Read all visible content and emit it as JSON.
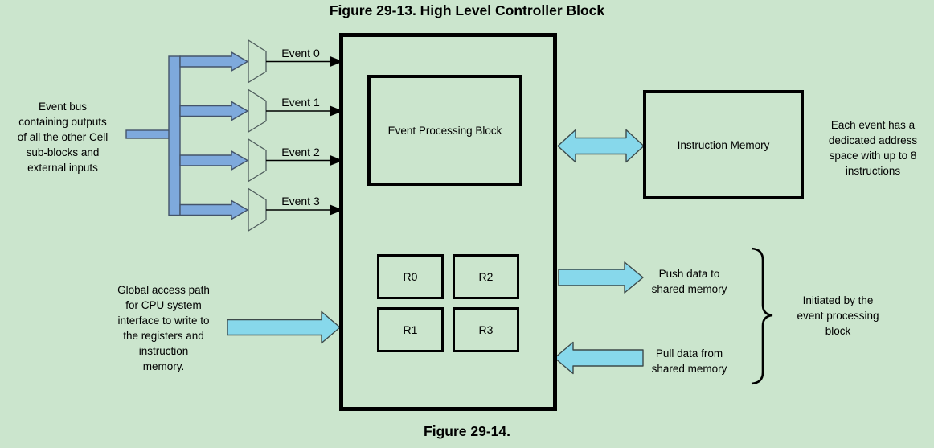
{
  "figure": {
    "title": "Figure 29-13. High Level Controller Block",
    "next_caption": "Figure 29-14."
  },
  "blocks": {
    "event_processing": {
      "label": "Event Processing Block"
    },
    "instruction_memory": {
      "label": "Instruction Memory"
    },
    "registers": [
      {
        "label": "R0"
      },
      {
        "label": "R2"
      },
      {
        "label": "R1"
      },
      {
        "label": "R3"
      }
    ]
  },
  "events": [
    {
      "label": "Event 0"
    },
    {
      "label": "Event 1"
    },
    {
      "label": "Event 2"
    },
    {
      "label": "Event 3"
    }
  ],
  "annotations": {
    "event_bus": [
      "Event bus",
      "containing outputs",
      "of all the other Cell",
      "sub-blocks and",
      "external inputs"
    ],
    "global_access": [
      "Global access path",
      "for CPU system",
      "interface to write to",
      "the registers and",
      "instruction",
      "memory."
    ],
    "each_event": [
      "Each event has a",
      "dedicated address",
      "space with up to 8",
      "instructions"
    ],
    "push": [
      "Push data to",
      "shared memory"
    ],
    "pull": [
      "Pull data from",
      "shared memory"
    ],
    "initiated_by": [
      "Initiated by the",
      "event processing",
      "block"
    ]
  },
  "icons": {
    "bus": "thick-blue-bus-arrows",
    "data_arrows": "cyan-block-arrows",
    "mux": "mux-trapezoid",
    "brace": "right-curly-brace"
  },
  "colors": {
    "background": "#cbe5cd",
    "bus_blue": "#7ea9dc",
    "bus_outline": "#44546a",
    "arrow_cyan": "#87d8eb",
    "arrow_outline": "#3d4a4a",
    "line_black": "#000000"
  }
}
